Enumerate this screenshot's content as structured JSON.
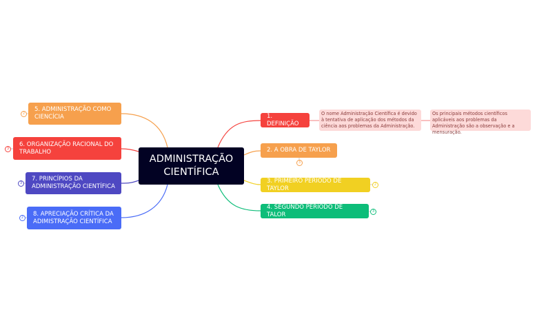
{
  "center": {
    "title": "ADMINISTRAÇÃO CIENTÍFICA"
  },
  "right": [
    {
      "label": "1. DEFINIÇÃO",
      "color": "#f5423d",
      "notes": [
        "O nome Administração Científica é devido à tentativa de aplicação dos métodos da ciência aos problemas da Administração.",
        "Os principais métodos científicos aplicáveis aos problemas da Administração são a observação e a mensuração."
      ]
    },
    {
      "label": "2. A OBRA DE TAYLOR",
      "color": "#f6a04d",
      "count": "3"
    },
    {
      "label": "3. PRIMEIRO PERÍODO DE TAYLOR",
      "color": "#f1d022",
      "count": "2"
    },
    {
      "label": "4. SEGUNDO PERÍODO DE TALOR",
      "color": "#0dbd79",
      "count": "3"
    }
  ],
  "left": [
    {
      "label": "5. ADMINISTRAÇÃO COMO CIENCÍCIA",
      "color": "#f6a04d",
      "count": "2"
    },
    {
      "label": "6. ORGANIZAÇÃO RACIONAL DO TRABALHO",
      "color": "#f5423d",
      "count": "3"
    },
    {
      "label": "7. PRINCÍPIOS DA ADMINISTRAÇÃO CIENTÍFICA",
      "color": "#4e48c2",
      "count": "3"
    },
    {
      "label": "8. APRECIAÇÃO CRÍTICA DA ADIMISTRAÇÃO CIENTÍFICA",
      "color": "#4a6cf7",
      "count": "2"
    }
  ]
}
